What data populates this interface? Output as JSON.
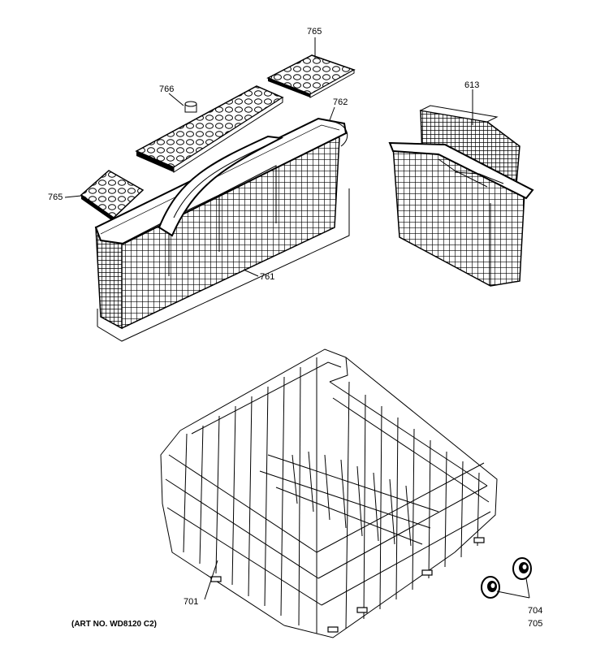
{
  "labels": {
    "l765a": "765",
    "l766": "766",
    "l762": "762",
    "l765b": "765",
    "l761": "761",
    "l613": "613",
    "l701": "701",
    "l704": "704",
    "l705": "705"
  },
  "art_number": "(ART NO. WD8120 C2)"
}
